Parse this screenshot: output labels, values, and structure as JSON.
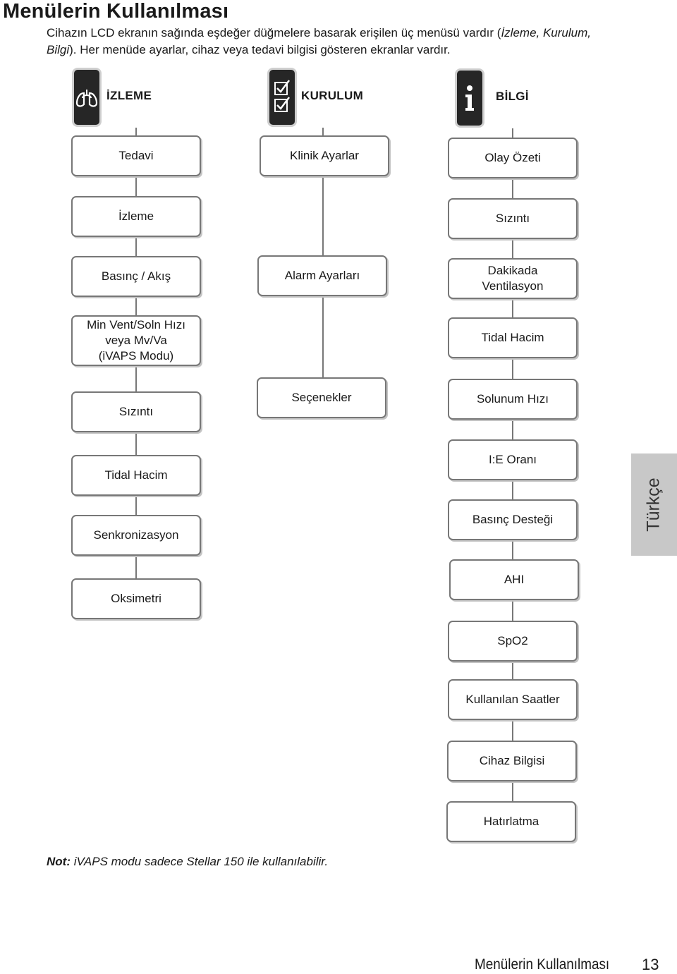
{
  "page": {
    "title": "Menülerin Kullanılması",
    "intro_text_1": "Cihazın LCD ekranın sağında eşdeğer düğmelere basarak erişilen üç menüsü vardır (",
    "intro_em_1": "İzleme, Kurulum, Bilgi",
    "intro_text_2": "). Her menüde ayarlar, cihaz veya tedavi bilgisi gösteren ekranlar vardır.",
    "note_label": "Not:",
    "note_text": " iVAPS modu sadece Stellar 150 ile kullanılabilir.",
    "side_tab": "Türkçe",
    "footer_title": "Menülerin Kullanılması",
    "footer_page": "13"
  },
  "menus": [
    {
      "label": "İZLEME",
      "icon": "lungs-icon",
      "items": [
        "Tedavi",
        "İzleme",
        "Basınç / Akış",
        "Min Vent/Soln Hızı\nveya Mv/Va\n(iVAPS Modu)",
        "Sızıntı",
        "Tidal Hacim",
        "Senkronizasyon",
        "Oksimetri"
      ]
    },
    {
      "label": "KURULUM",
      "icon": "checklist-icon",
      "items": [
        "Klinik Ayarlar",
        "Alarm Ayarları",
        "Seçenekler"
      ]
    },
    {
      "label": "BİLGİ",
      "icon": "info-icon",
      "items": [
        "Olay Özeti",
        "Sızıntı",
        "Dakikada\nVentilasyon",
        "Tidal Hacim",
        "Solunum Hızı",
        "I:E Oranı",
        "Basınç Desteği",
        "AHI",
        "SpO2",
        "Kullanılan Saatler",
        "Cihaz Bilgisi",
        "Hatırlatma"
      ]
    }
  ]
}
